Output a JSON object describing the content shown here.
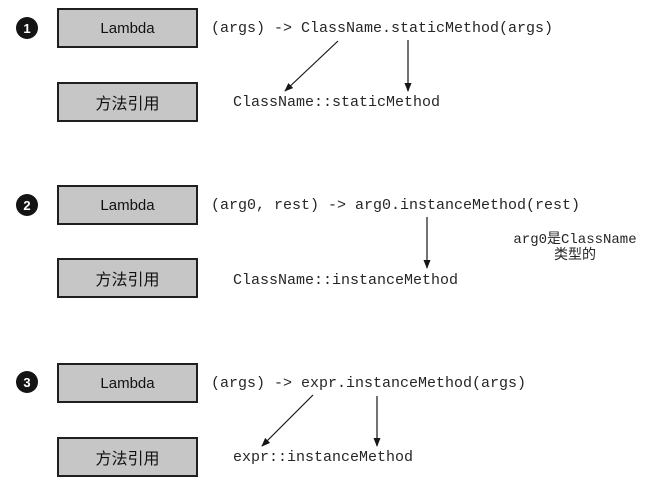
{
  "diagram": {
    "title_hint": "Lambda to method-reference conversion diagram",
    "colors": {
      "background": "#ffffff",
      "box_fill": "#c6c6c6",
      "box_border": "#1f1f1f",
      "badge_bg": "#141414",
      "badge_text": "#ffffff",
      "code_text": "#262626",
      "arrow": "#161616"
    },
    "rows": [
      {
        "badge": "1",
        "lambda_label": "Lambda",
        "lambda_code": "(args) -> ClassName.staticMethod(args)",
        "method_ref_label": "方法引用",
        "method_ref_code": "ClassName::staticMethod"
      },
      {
        "badge": "2",
        "lambda_label": "Lambda",
        "lambda_code": "(arg0, rest) -> arg0.instanceMethod(rest)",
        "method_ref_label": "方法引用",
        "method_ref_code": "ClassName::instanceMethod"
      },
      {
        "badge": "3",
        "lambda_label": "Lambda",
        "lambda_code": "(args) -> expr.instanceMethod(args)",
        "method_ref_label": "方法引用",
        "method_ref_code": "expr::instanceMethod"
      }
    ],
    "annotation": {
      "line1": "arg0是ClassName",
      "line2": "类型的"
    }
  }
}
